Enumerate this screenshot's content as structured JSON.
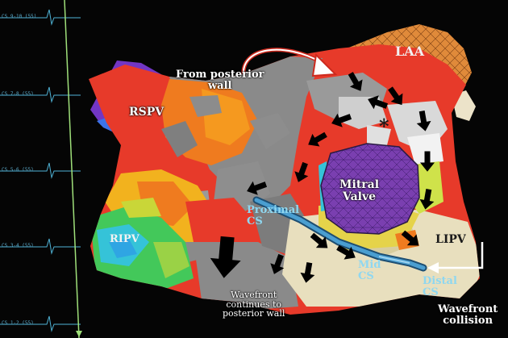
{
  "ecg": {
    "channel_labels": [
      "CS 9-10 (55)",
      "CS 7-8 (55)",
      "CS 5-6 (55)",
      "CS 3-4 (55)",
      "CS 1-2 (55)"
    ]
  },
  "labels": {
    "from_posterior_wall": "From posterior\nwall",
    "laa": "LAA",
    "rspv": "RSPV",
    "mitral_valve": "Mitral\nValve",
    "proximal_cs": "Proximal\nCS",
    "ripv": "RIPV",
    "lipv": "LIPV",
    "mid_cs": "Mid\nCS",
    "distal_cs": "Distal\nCS",
    "wavefront_continues": "Wavefront\ncontinues to\nposterior wall",
    "wavefront_collision": "Wavefront\ncollision",
    "asterisk": "*"
  },
  "colors": {
    "background": "#000000",
    "laa_mesh": "#e08a3a",
    "mitral_valve": "#7a3fb0",
    "cs_catheter": "#3f88b8",
    "arrows": "#000000",
    "ecg_trace": "#4fb3d6",
    "ecg_cursor": "#9fe07a"
  }
}
